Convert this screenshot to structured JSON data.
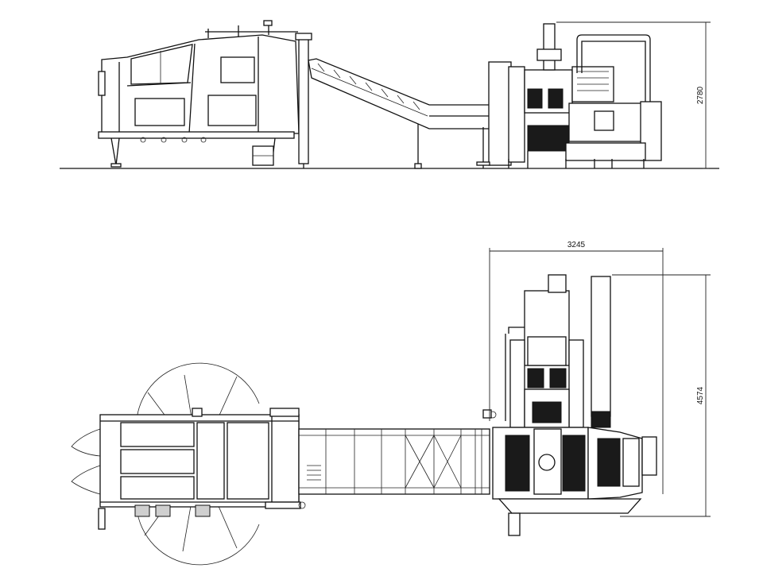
{
  "dimensions": {
    "height": "2780",
    "width": "3245",
    "length": "4574"
  }
}
